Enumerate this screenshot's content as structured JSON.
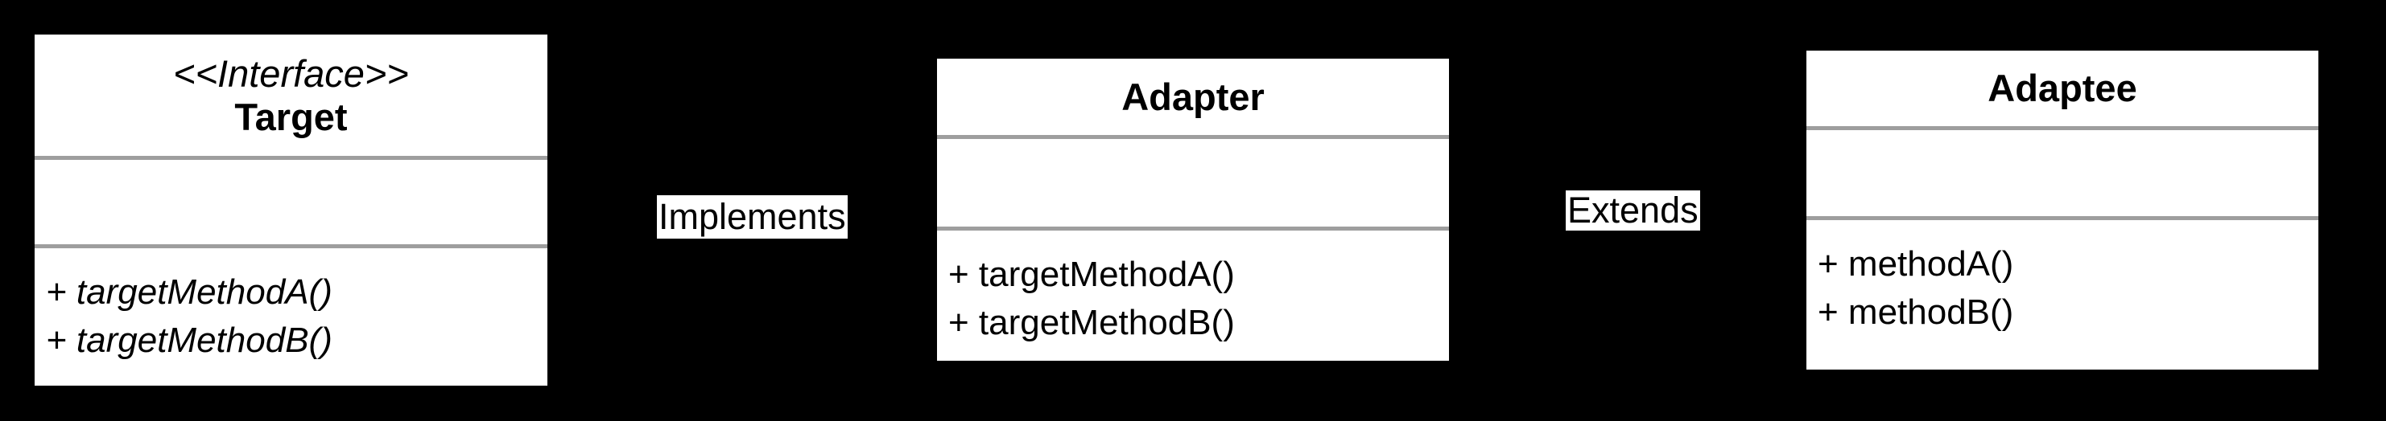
{
  "colors": {
    "background": "#000000",
    "box_fill": "#ffffff",
    "divider": "#9e9e9e",
    "text": "#000000"
  },
  "classes": [
    {
      "id": "target",
      "stereotype": "<<Interface>>",
      "name": "Target",
      "methods": [
        "+ targetMethodA()",
        "+ targetMethodB()"
      ]
    },
    {
      "id": "adapter",
      "name": "Adapter",
      "methods": [
        "+ targetMethodA()",
        "+ targetMethodB()"
      ]
    },
    {
      "id": "adaptee",
      "name": "Adaptee",
      "methods": [
        "+ methodA()",
        "+ methodB()"
      ]
    }
  ],
  "relations": [
    {
      "label": "Implements"
    },
    {
      "label": "Extends"
    }
  ]
}
